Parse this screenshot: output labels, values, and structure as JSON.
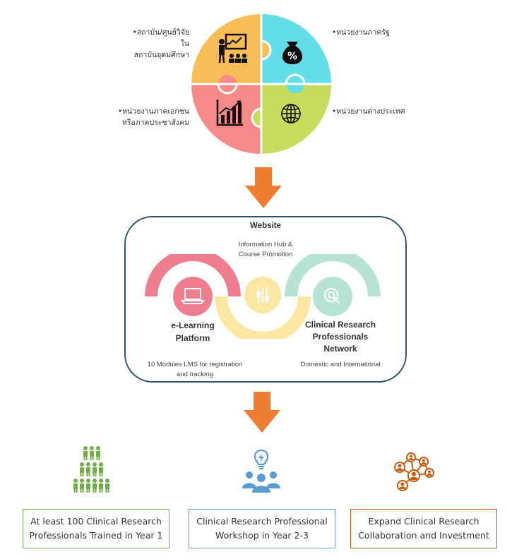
{
  "puzzle": {
    "top_left_label": [
      "•สถาบัน/ศูนย์วิจัยใน",
      "สถาบันอุดมศึกษา"
    ],
    "top_right_label": "•หน่วยงานภาครัฐ",
    "bottom_left_label": [
      "•หน่วยงานภาคเอกชน",
      "หรือภาคประชาสังคม"
    ],
    "bottom_right_label": "•หน่วยงานต่างประเทศ",
    "colors": {
      "top_left": "#f9bd58",
      "top_right": "#63dde8",
      "bottom_left": "#f58a88",
      "bottom_right": "#c6dc5c"
    },
    "icons": {
      "top_left": "presenter-icon",
      "top_right": "money-bag-icon",
      "bottom_left": "growth-chart-icon",
      "bottom_right": "globe-icon"
    }
  },
  "website": {
    "title": "Website",
    "hub_line1": "Information Hub &",
    "hub_line2": "Course Promotion",
    "elearning_title_line1": "e-Learning",
    "elearning_title_line2": "Platform",
    "network_title_line1": "Clinical Research",
    "network_title_line2": "Professionals",
    "network_title_line3": "Network",
    "elearning_desc_line1": "10 Modules LMS for registration",
    "elearning_desc_line2": "and tracking",
    "network_desc": "Domestic and International",
    "colors": {
      "pink": "#ee7e8e",
      "yellow": "#fbe7a2",
      "mint": "#b6e3d4",
      "border": "#35506b"
    },
    "icons": {
      "left": "laptop-icon",
      "center": "tools-icon",
      "right": "click-icon"
    }
  },
  "arrows": {
    "color": "#ee7d31"
  },
  "results": [
    {
      "line1": "At least 100 Clinical Research",
      "line2": "Professionals Trained in Year 1",
      "color": "#70ad47",
      "icon": "people-pyramid-icon"
    },
    {
      "line1": "Clinical Research Professional",
      "line2": "Workshop in Year 2-3",
      "color": "#5b9bd5",
      "icon": "team-idea-icon"
    },
    {
      "line1": "Expand Clinical Research",
      "line2": "Collaboration and Investment",
      "color": "#c55a11",
      "icon": "network-people-icon"
    }
  ]
}
